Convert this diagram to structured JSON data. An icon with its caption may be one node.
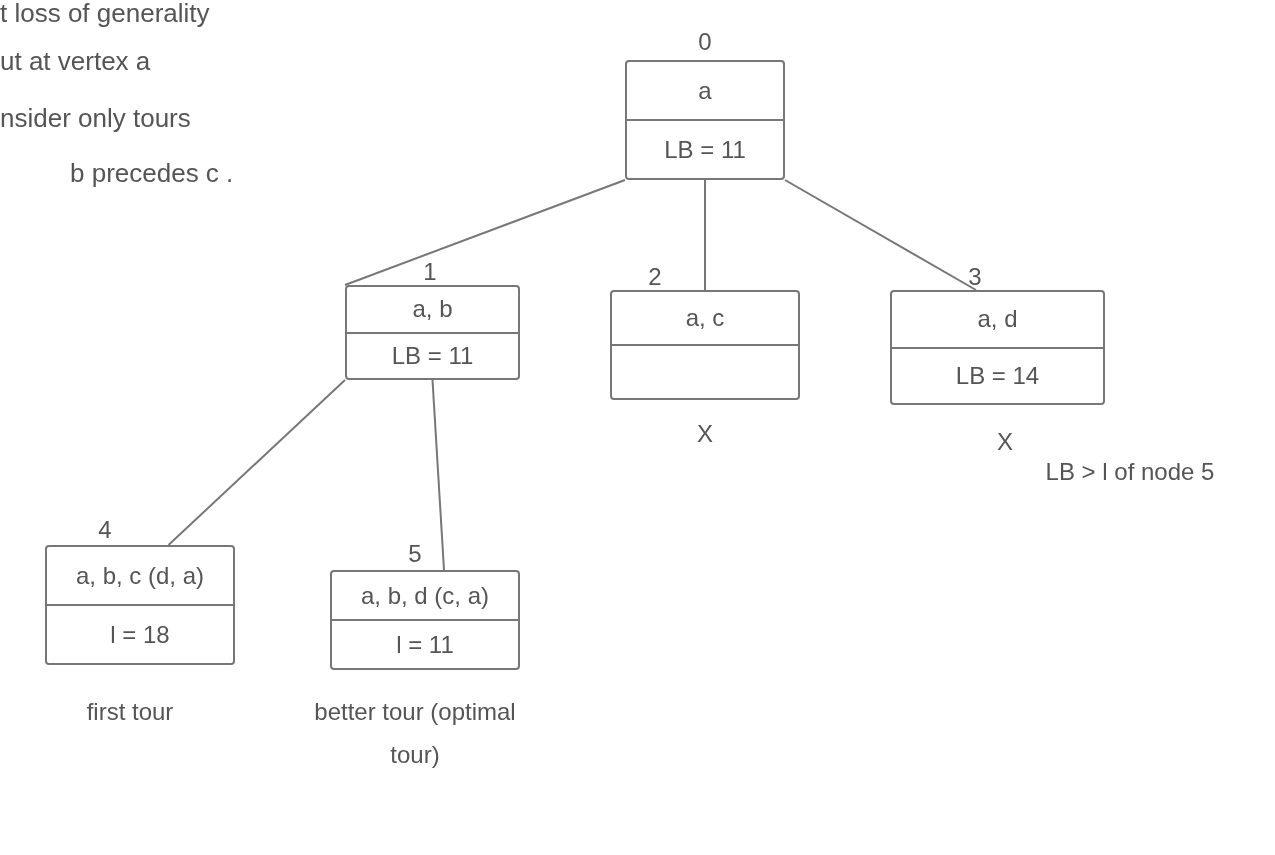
{
  "diagram": {
    "nodes": [
      {
        "text": [
          "a",
          "LB = 11"
        ],
        "beside": [
          "0"
        ]
      },
      {
        "text": [
          "a, b",
          "LB = 11"
        ],
        "beside": [
          "1"
        ]
      },
      {
        "text": [
          "a, c"
        ],
        "beside": [
          "2",
          "X"
        ]
      },
      {
        "text": [
          "a, d",
          "LB = 14"
        ],
        "beside": [
          "3",
          "X",
          "LB > l of node 5"
        ]
      },
      {
        "text": [
          "a, b, c (d, a)",
          "l = 18"
        ],
        "beside": [
          "4",
          "first tour"
        ]
      },
      {
        "text": [
          "a, b, d (c, a)",
          "l = 11"
        ],
        "beside": [
          "5",
          "better tour (optimal tour)"
        ]
      }
    ],
    "edges": [
      {
        "from": 0,
        "to": 1,
        "arrow": "none"
      },
      {
        "from": 0,
        "to": 2,
        "arrow": "none"
      },
      {
        "from": 0,
        "to": 3,
        "arrow": "none"
      },
      {
        "from": 1,
        "to": 4,
        "arrow": "none"
      },
      {
        "from": 1,
        "to": 5,
        "arrow": "none"
      }
    ],
    "labels": [
      "t loss of generality",
      "ut at vertex a",
      "nsider only tours",
      "b precedes c ."
    ]
  }
}
